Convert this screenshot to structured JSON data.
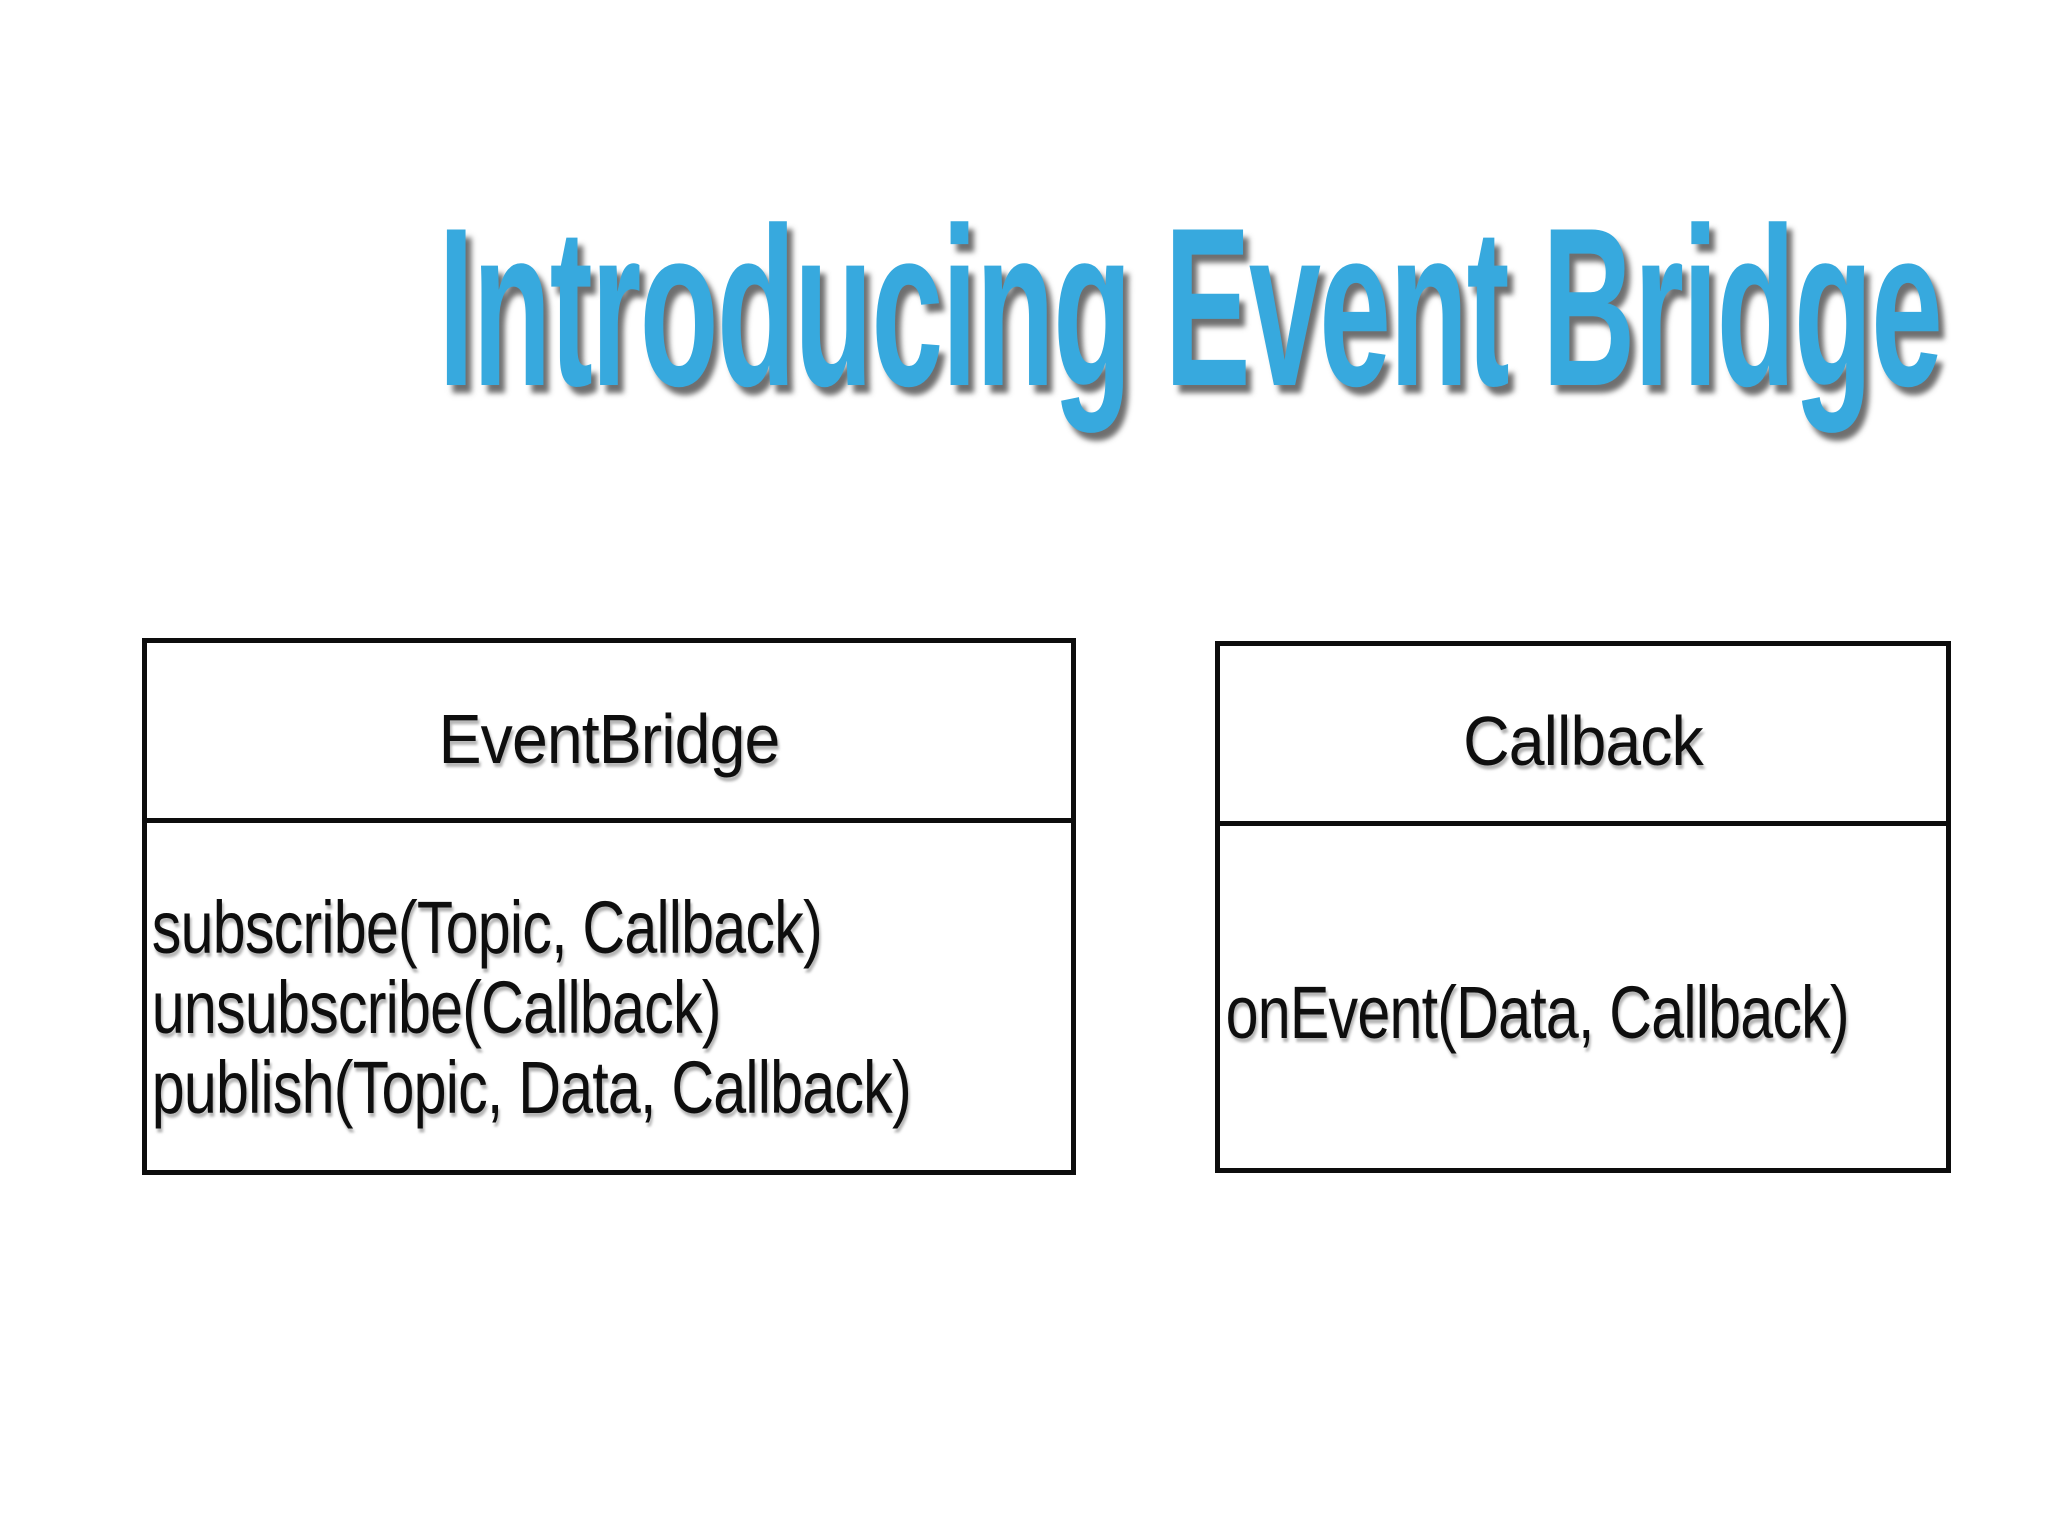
{
  "slide": {
    "title": "Introducing Event Bridge",
    "colors": {
      "title_blue": "#37a9de",
      "box_border_black": "#0d0d0d",
      "text_black": "#0e0e0e",
      "background": "#ffffff"
    },
    "classes": [
      {
        "name": "EventBridge",
        "methods": [
          "subscribe(Topic, Callback)",
          "unsubscribe(Callback)",
          "publish(Topic, Data, Callback)"
        ]
      },
      {
        "name": "Callback",
        "methods": [
          "onEvent(Data, Callback)"
        ]
      }
    ]
  }
}
